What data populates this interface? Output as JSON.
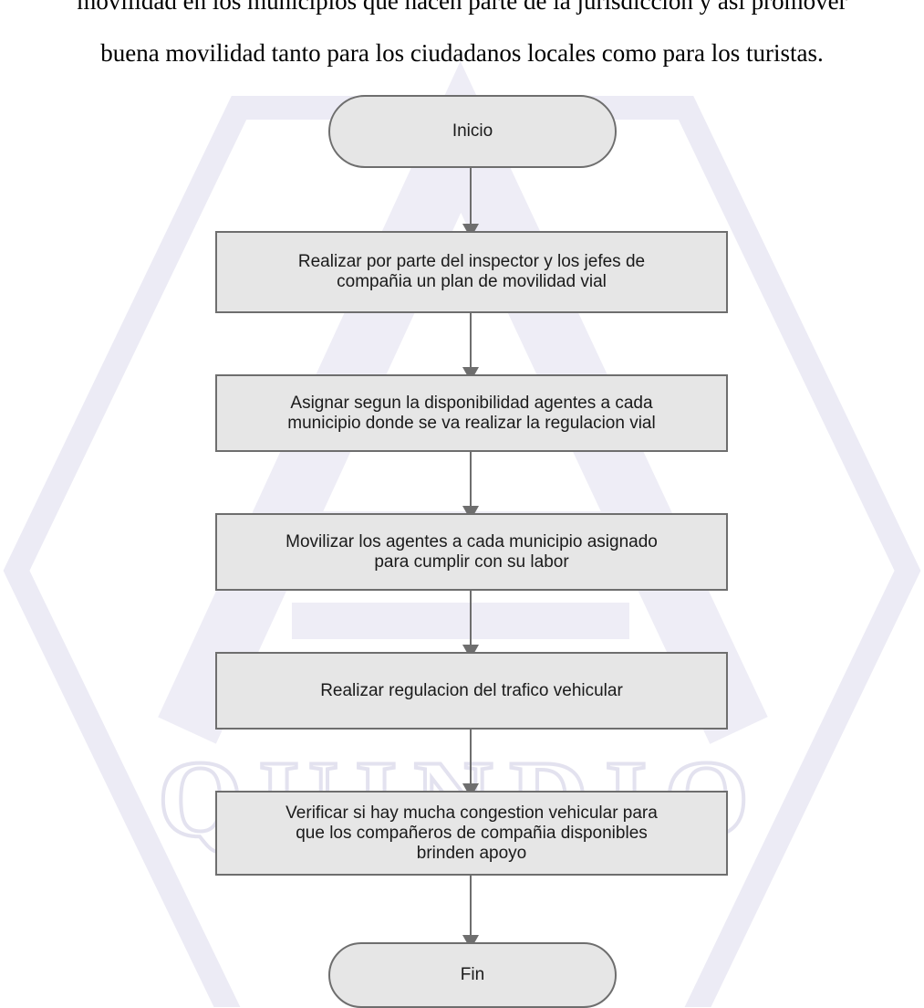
{
  "body_text": {
    "line1": "movilidad en los municipios que hacen parte de la jurisdicción y así promover",
    "line2": "buena movilidad tanto para los ciudadanos locales como para los turistas."
  },
  "watermark": {
    "text": "QUINDIO",
    "color": "#ecebf5"
  },
  "flowchart": {
    "start": "Inicio",
    "steps": [
      "Realizar por parte del inspector y los jefes de\ncompañia  un plan de movilidad vial",
      "Asignar segun la disponibilidad agentes a cada\nmunicipio donde se va realizar la regulacion vial",
      "Movilizar los agentes  a cada municipio asignado\npara cumplir con su labor",
      "Realizar regulacion del trafico vehicular",
      "Verificar si hay mucha congestion vehicular para\nque  los compañeros de compañia disponibles\nbrinden apoyo"
    ],
    "end": "Fin",
    "node_fill": "#e6e6e6",
    "node_border": "#6e6e6e"
  }
}
